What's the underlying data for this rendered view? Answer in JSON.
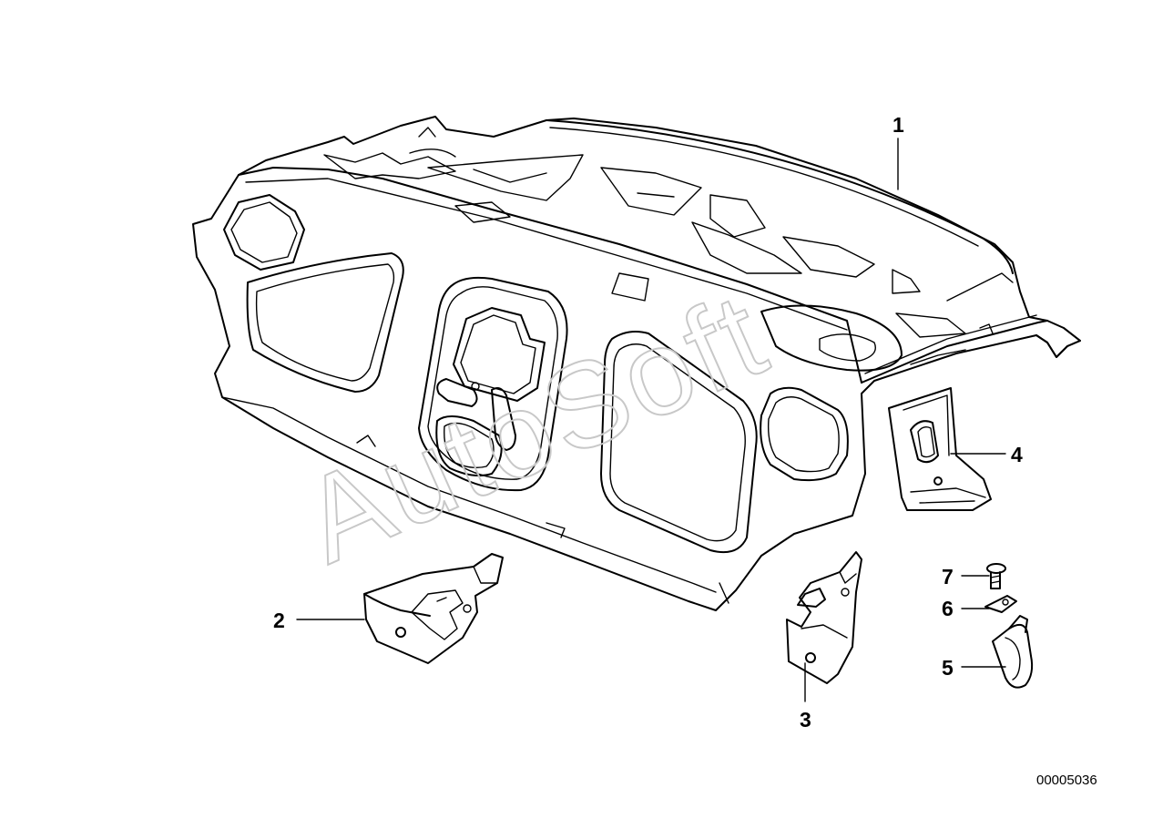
{
  "callouts": [
    {
      "id": "1",
      "label": "1"
    },
    {
      "id": "2",
      "label": "2"
    },
    {
      "id": "3",
      "label": "3"
    },
    {
      "id": "4",
      "label": "4"
    },
    {
      "id": "5",
      "label": "5"
    },
    {
      "id": "6",
      "label": "6"
    },
    {
      "id": "7",
      "label": "7"
    }
  ],
  "diagram_code": "00005036",
  "watermark": "AutoSoft"
}
